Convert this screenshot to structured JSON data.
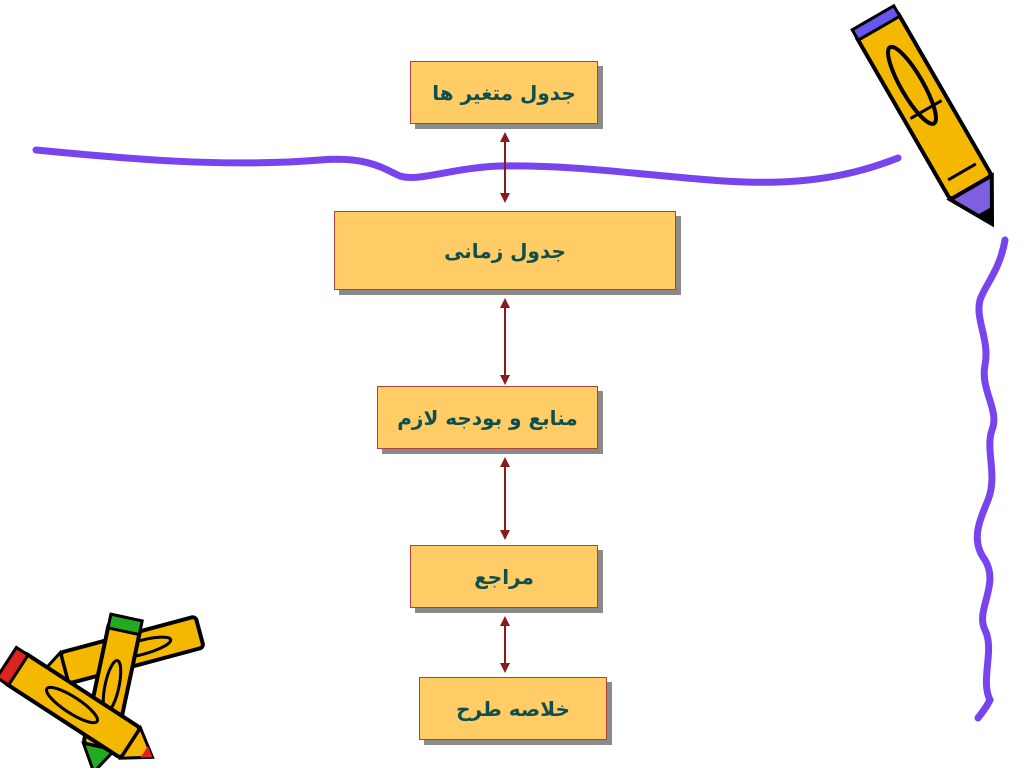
{
  "diagram": {
    "nodes": [
      {
        "id": "variables-table",
        "label": "جدول متغیر ها"
      },
      {
        "id": "timeline-table",
        "label": "جدول زمانی"
      },
      {
        "id": "resources-budget",
        "label": "منابع و بودجه لازم"
      },
      {
        "id": "references",
        "label": "مراجع"
      },
      {
        "id": "plan-summary",
        "label": "خلاصه طرح"
      }
    ],
    "edges": [
      {
        "from": "variables-table",
        "to": "timeline-table",
        "type": "bidirectional"
      },
      {
        "from": "timeline-table",
        "to": "resources-budget",
        "type": "bidirectional"
      },
      {
        "from": "resources-budget",
        "to": "references",
        "type": "bidirectional"
      },
      {
        "from": "references",
        "to": "plan-summary",
        "type": "bidirectional"
      }
    ]
  },
  "colors": {
    "node_fill": "#ffcc66",
    "node_border": "#b04040",
    "node_shadow": "#8a8a8a",
    "node_text": "#0f4f4f",
    "arrow": "#8b1a1a",
    "wavy_line": "#7744ee",
    "pencil_body": "#f5b800"
  },
  "decorations": [
    "wavy-line-horizontal",
    "wavy-line-vertical",
    "pencil-clipart-top-right",
    "crossed-pencils-clipart-bottom-left"
  ]
}
